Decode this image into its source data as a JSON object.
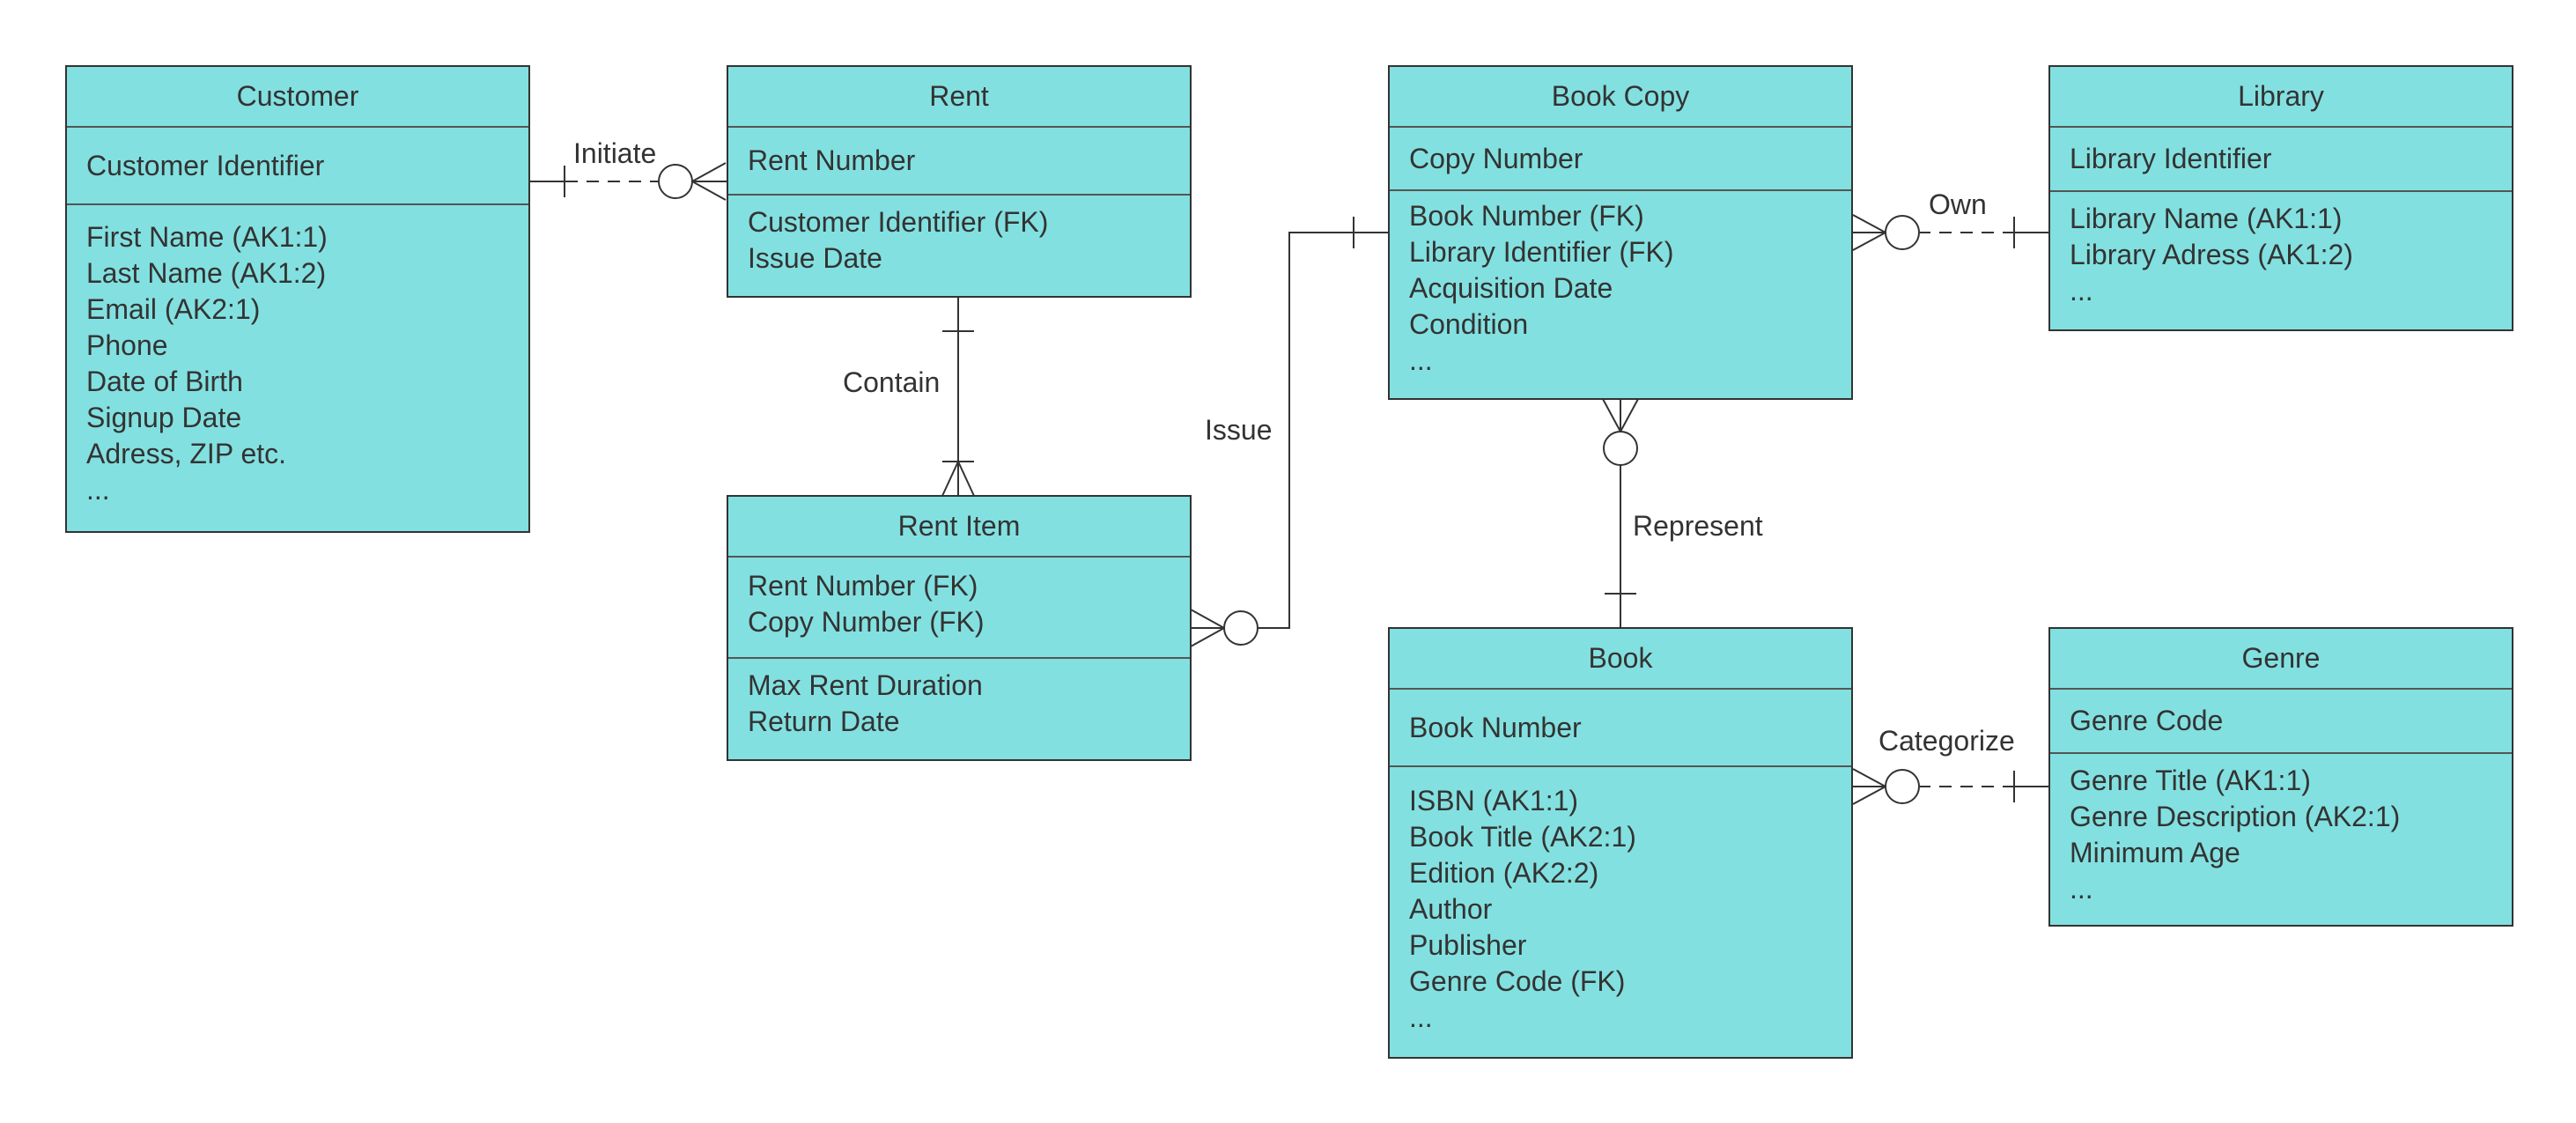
{
  "entities": {
    "customer": {
      "title": "Customer",
      "key": "Customer Identifier",
      "attributes": [
        "First Name (AK1:1)",
        "Last Name (AK1:2)",
        "Email (AK2:1)",
        "Phone",
        "Date of Birth",
        "Signup Date",
        "Adress, ZIP etc.",
        "..."
      ]
    },
    "rent": {
      "title": "Rent",
      "key": "Rent Number",
      "attributes": [
        "Customer Identifier (FK)",
        "Issue Date"
      ]
    },
    "rent_item": {
      "title": "Rent Item",
      "key_lines": [
        "Rent Number (FK)",
        "Copy Number (FK)"
      ],
      "attributes": [
        "Max  Rent Duration",
        "Return Date"
      ]
    },
    "book_copy": {
      "title": "Book Copy",
      "key": "Copy Number",
      "attributes": [
        "Book Number (FK)",
        "Library Identifier (FK)",
        "Acquisition Date",
        "Condition",
        "..."
      ]
    },
    "library": {
      "title": "Library",
      "key": "Library Identifier",
      "attributes": [
        "Library Name (AK1:1)",
        "Library Adress (AK1:2)",
        "..."
      ]
    },
    "book": {
      "title": "Book",
      "key": "Book Number",
      "attributes": [
        "ISBN (AK1:1)",
        "Book Title (AK2:1)",
        "Edition (AK2:2)",
        "Author",
        "Publisher",
        "Genre Code (FK)",
        "..."
      ]
    },
    "genre": {
      "title": "Genre",
      "key": "Genre Code",
      "attributes": [
        "Genre Title (AK1:1)",
        "Genre Description (AK2:1)",
        "Minimum Age",
        "..."
      ]
    }
  },
  "relationships": {
    "initiate": "Initiate",
    "contain": "Contain",
    "issue": "Issue",
    "own": "Own",
    "represent": "Represent",
    "categorize": "Categorize"
  },
  "colors": {
    "entity_fill": "#83E0E0",
    "stroke": "#333333"
  }
}
